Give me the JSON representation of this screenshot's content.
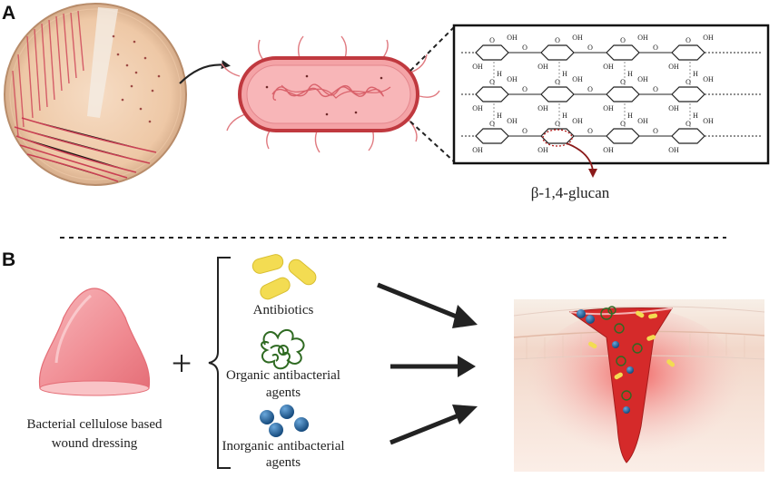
{
  "panel_a": {
    "letter": "A",
    "bond_label": "β-1,4-glucan",
    "atom_labels": {
      "oxygen": "O",
      "hydroxyl": "OH",
      "hydrogen": "H"
    }
  },
  "panel_b": {
    "letter": "B",
    "plus": "+",
    "dressing_label_line1": "Bacterial cellulose based",
    "dressing_label_line2": "wound dressing",
    "agents": [
      {
        "label_line1": "Antibiotics",
        "label_line2": ""
      },
      {
        "label_line1": "Organic antibacterial",
        "label_line2": "agents"
      },
      {
        "label_line1": "Inorganic antibacterial",
        "label_line2": "agents"
      }
    ]
  },
  "colors": {
    "cell_fill": "#f4a3a6",
    "cell_stroke": "#c0393f",
    "dressing": "#f08a91",
    "antibiotic": "#f3dc52",
    "organic": "#2f6a22",
    "inorganic": "#1e5f9c",
    "wound": "#d52a2a",
    "arrow": "#222222",
    "bond_arrow": "#8b1a1a"
  }
}
